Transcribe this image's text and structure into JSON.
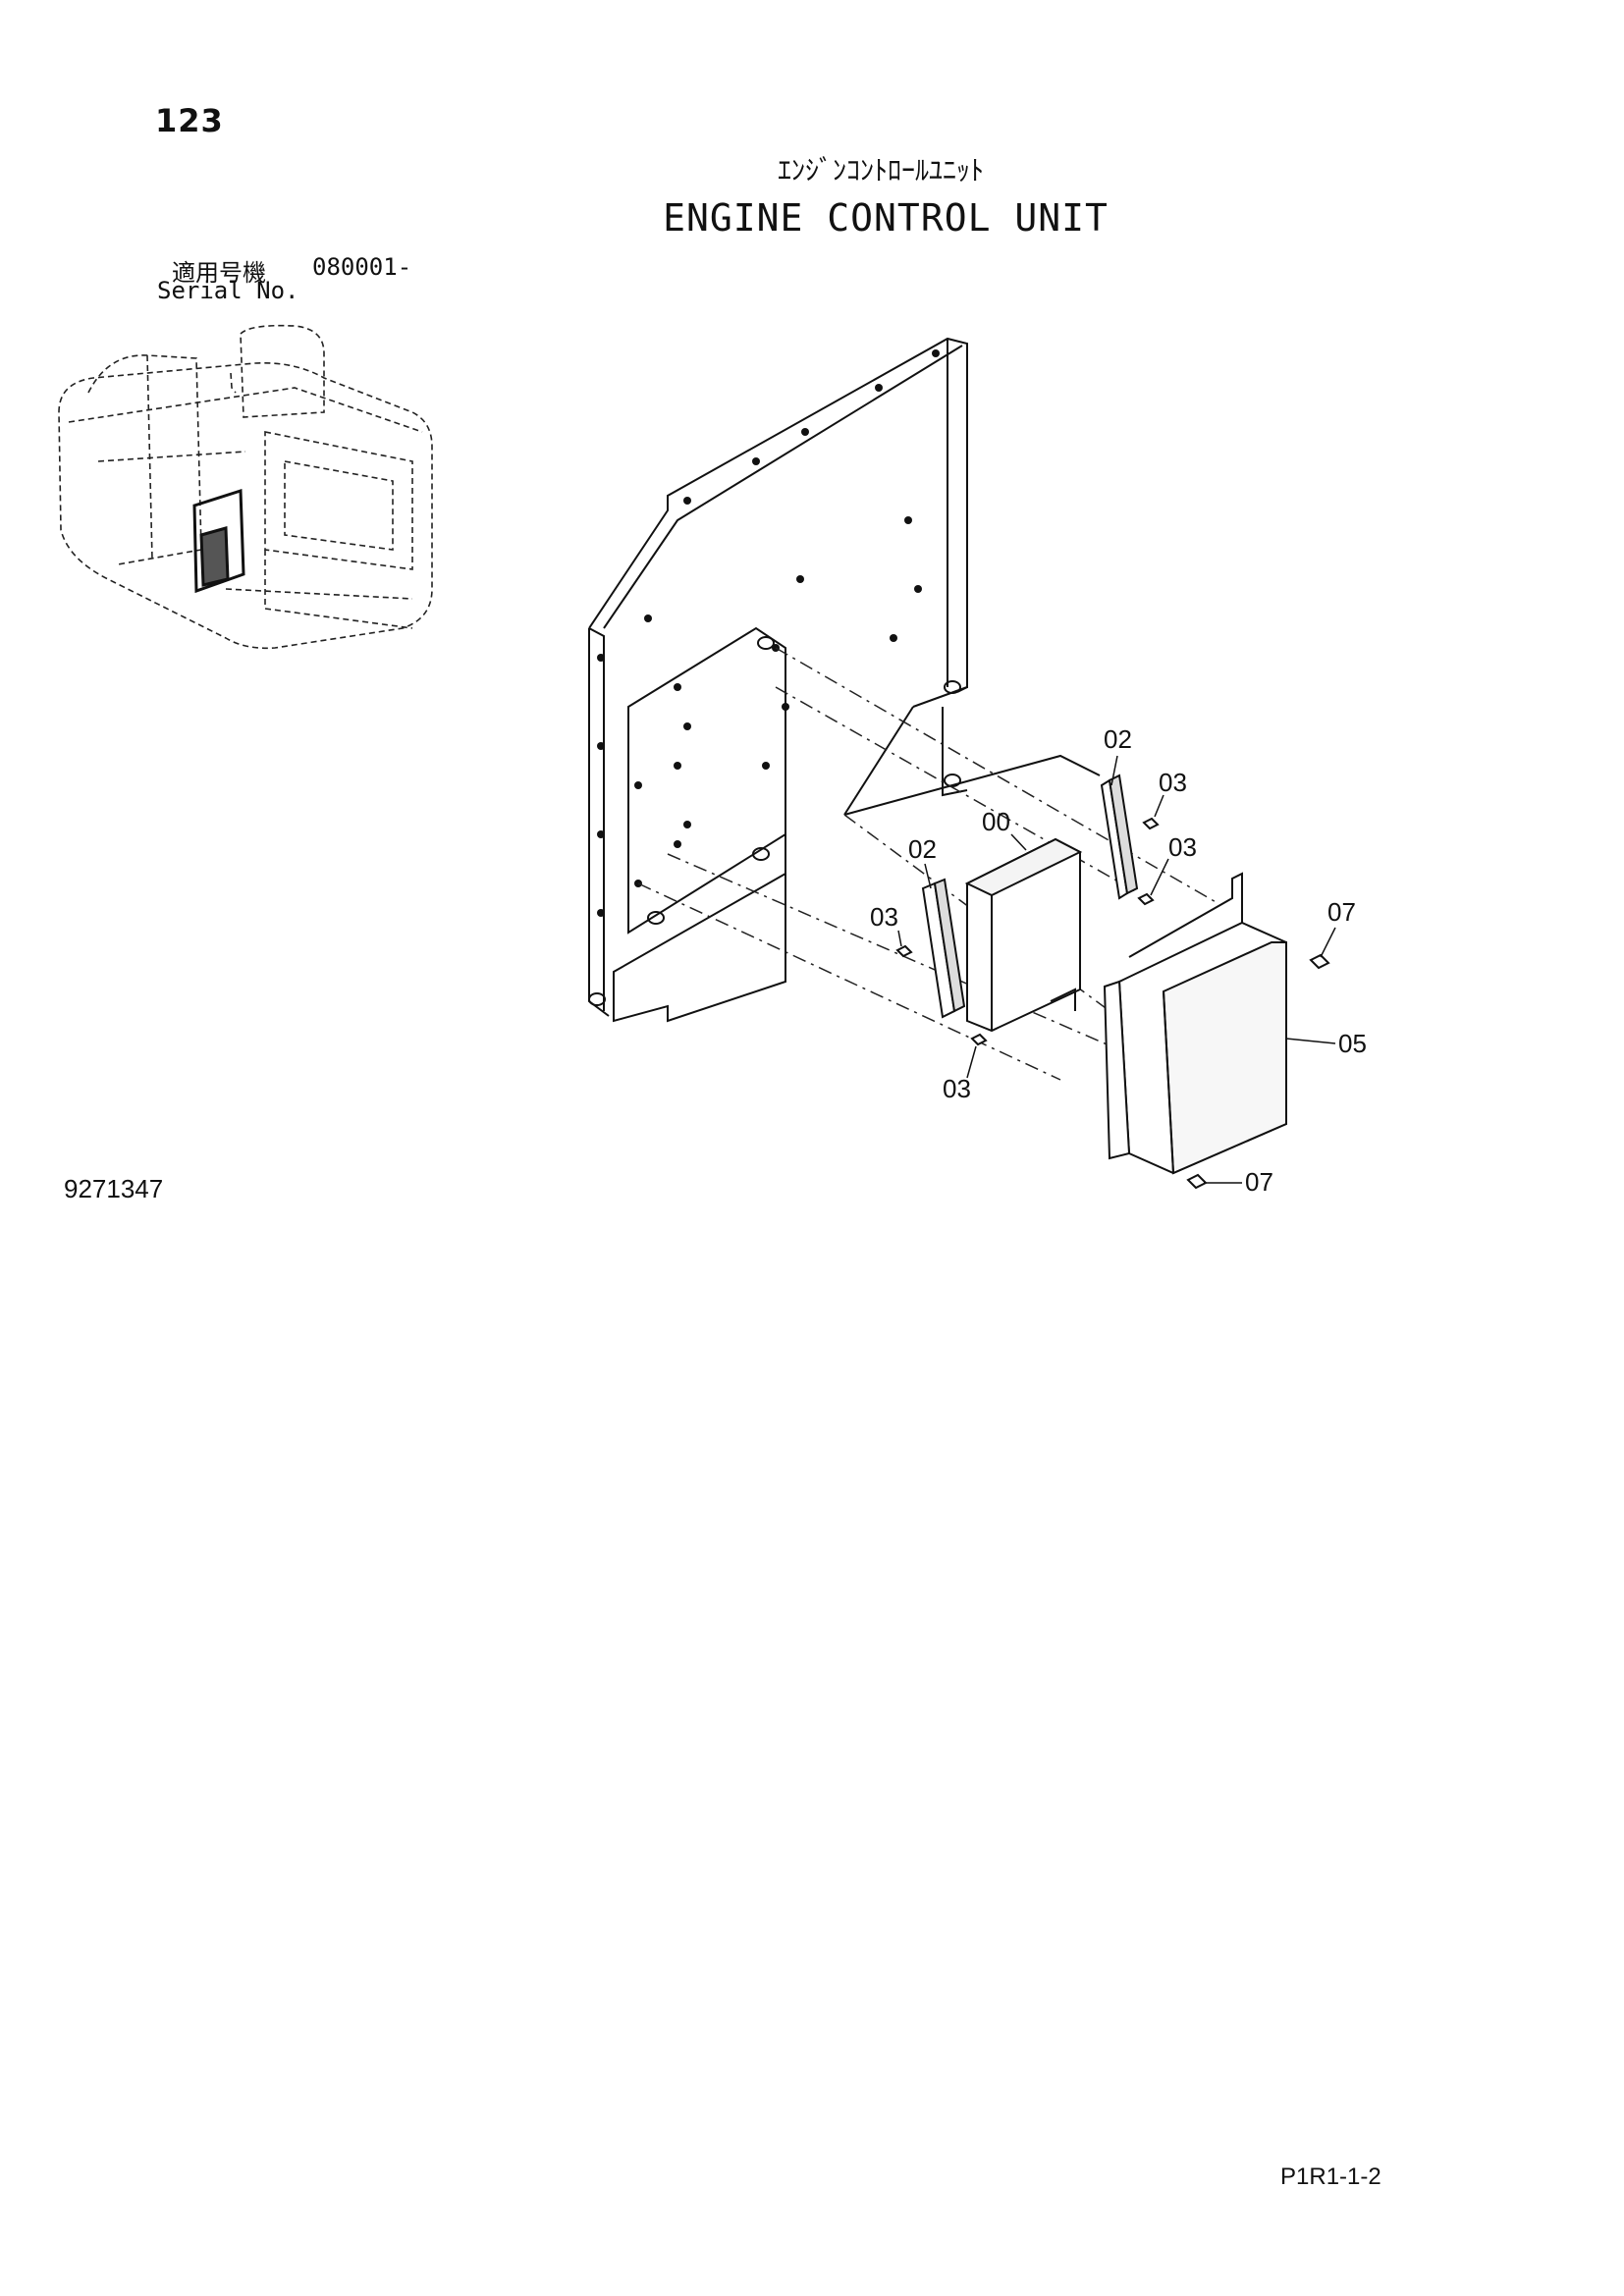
{
  "page_number": "123",
  "title_jp": "ｴﾝｼﾞﾝｺﾝﾄﾛｰﾙﾕﾆｯﾄ",
  "title_en": "ENGINE CONTROL UNIT",
  "serial": {
    "label_jp": "適用号機",
    "range": "080001-",
    "label_en": "Serial No."
  },
  "doc_code": "9271347",
  "footer_code": "P1R1-1-2",
  "callouts": {
    "ecu": "00",
    "bracket_left": "02",
    "bracket_right": "02",
    "bolt_left": "03",
    "bolt_bottom": "03",
    "bolt_right_top": "03",
    "bolt_right_mid": "03",
    "cover": "05",
    "cover_bolt_top": "07",
    "cover_bolt_bottom": "07"
  }
}
